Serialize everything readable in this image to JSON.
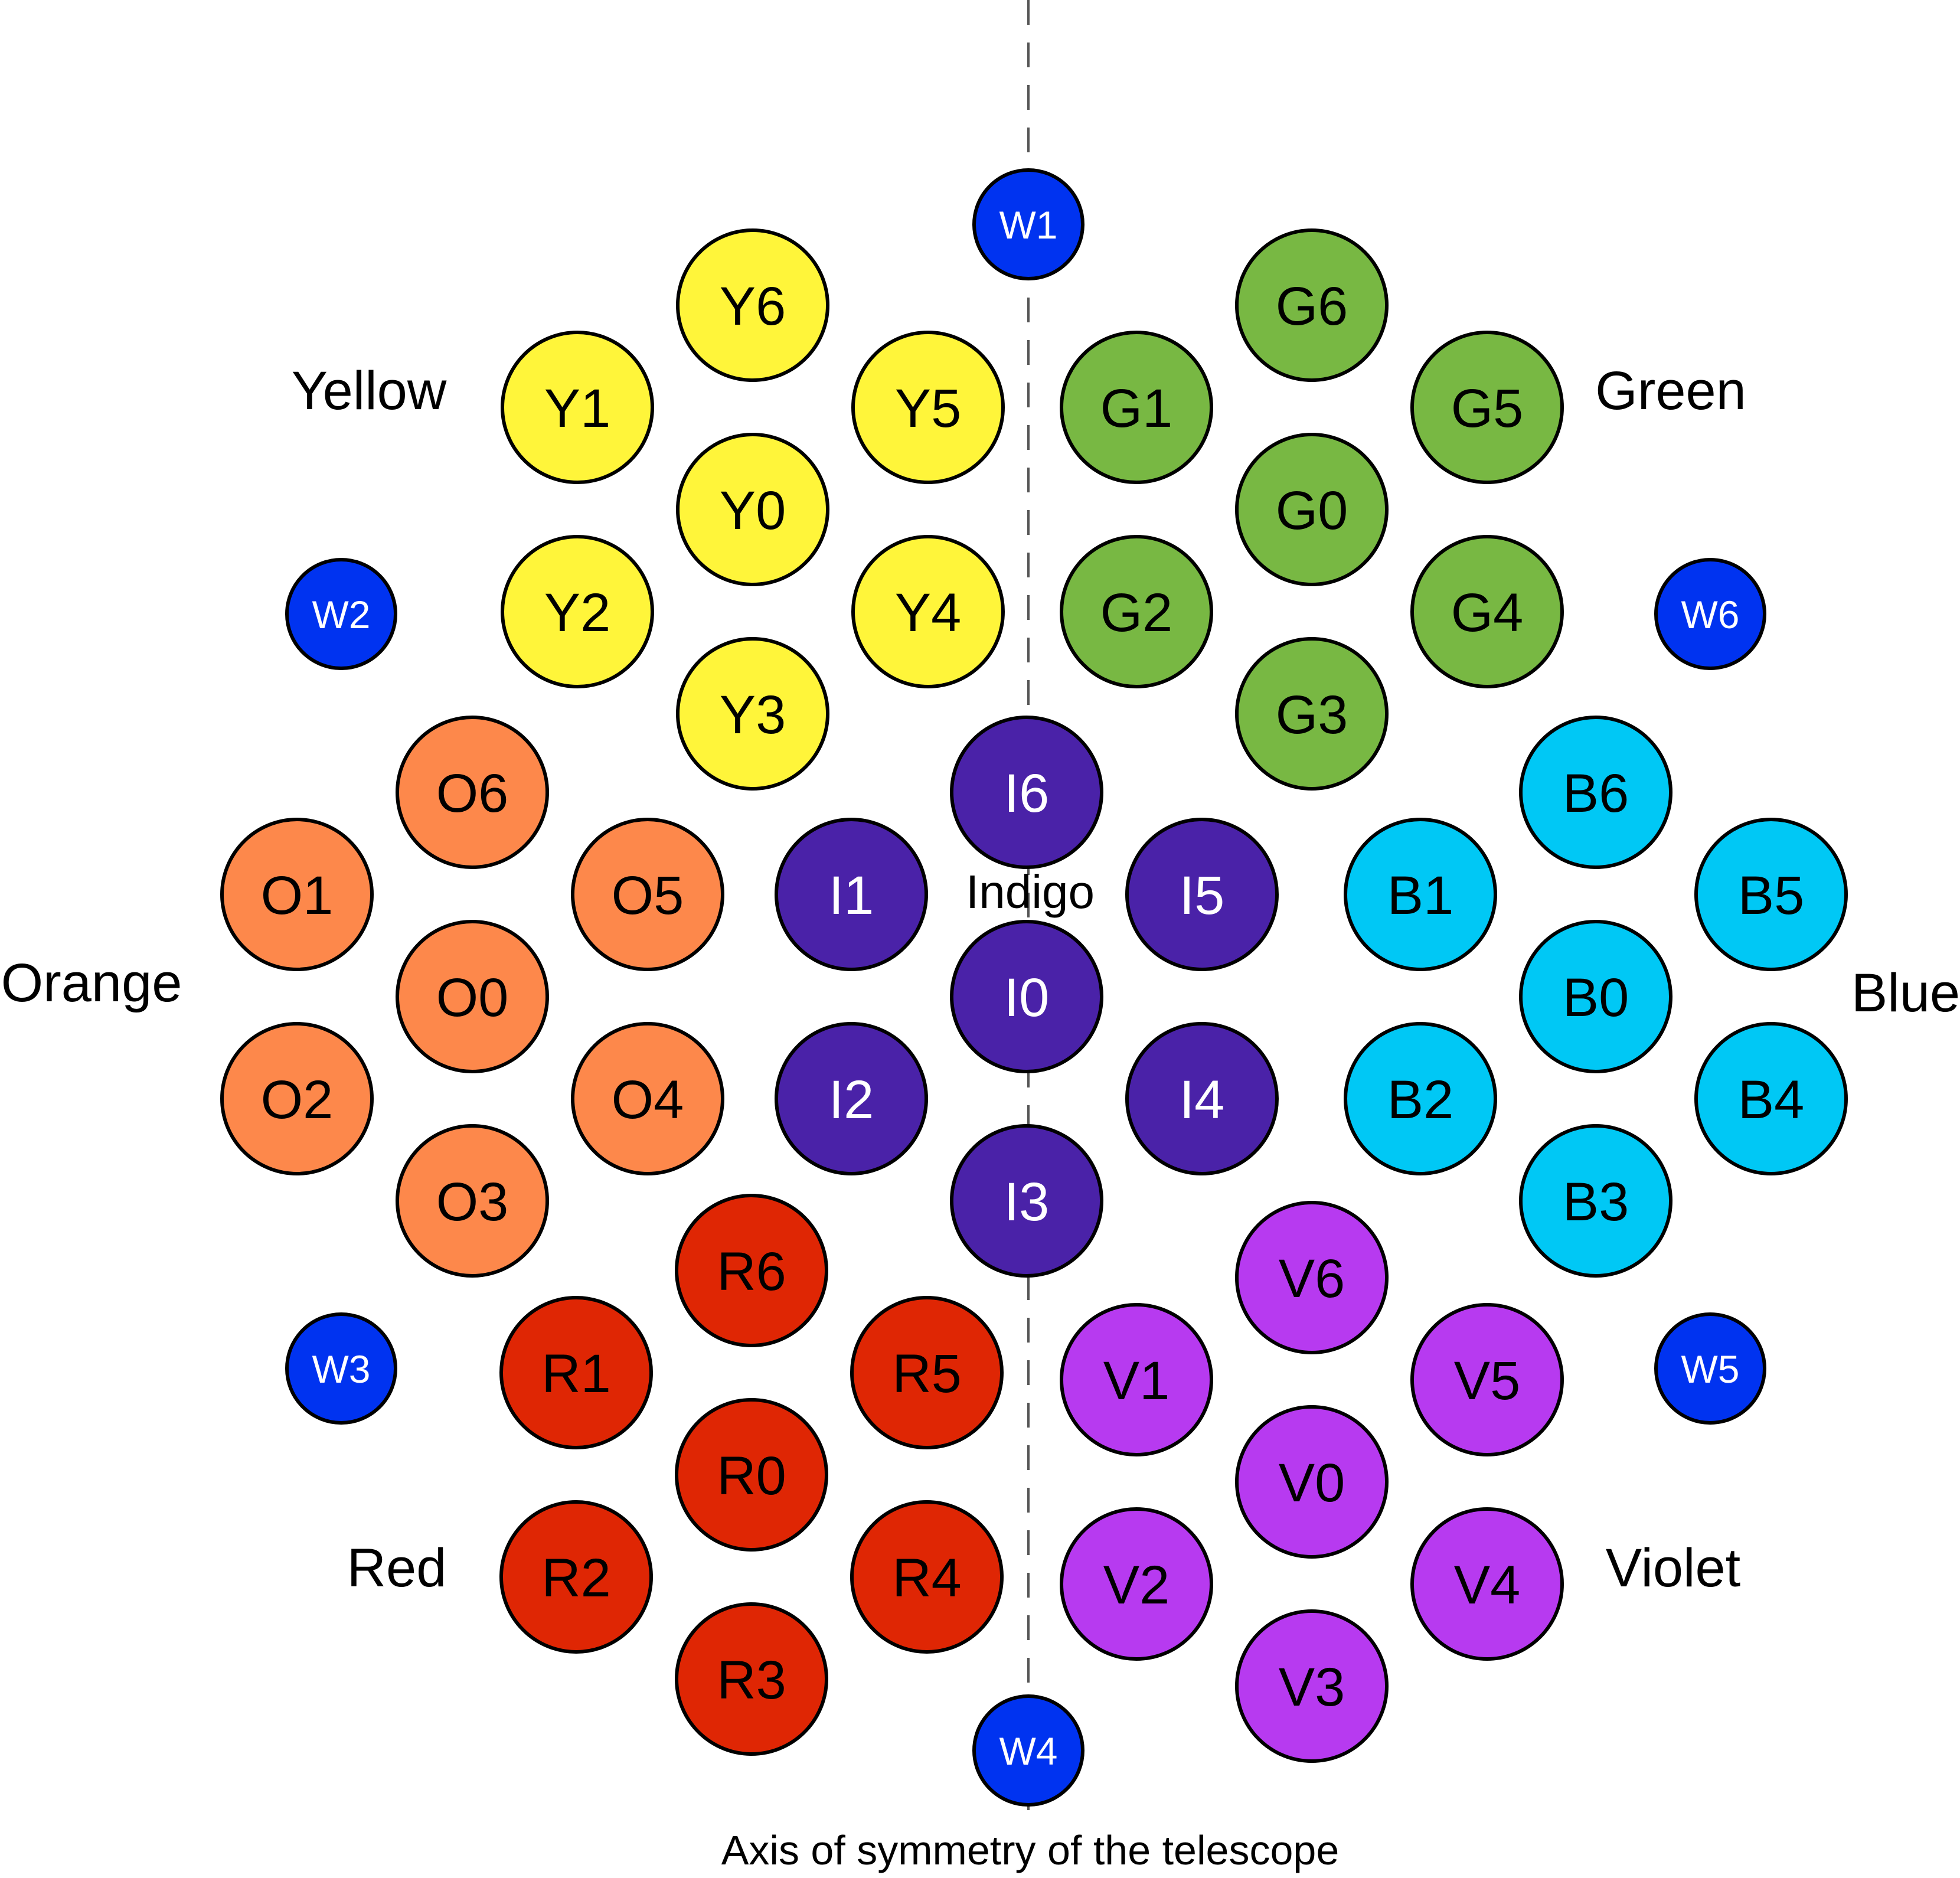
{
  "colors": {
    "yellow": "#fff53a",
    "green": "#78b843",
    "orange": "#fd884b",
    "indigo": "#4a22a8",
    "blue": "#00c8f5",
    "red": "#df2604",
    "violet": "#b73af0",
    "white_fiber": "#0033f0",
    "stroke": "#000000",
    "axis": "#555555"
  },
  "axis": {
    "label": "Axis of symmetry of the telescope",
    "style": "dashed vertical line"
  },
  "groups": [
    {
      "id": "yellow",
      "label": "Yellow",
      "fibers": [
        "Y6",
        "Y1",
        "Y5",
        "Y0",
        "Y2",
        "Y4",
        "Y3"
      ]
    },
    {
      "id": "green",
      "label": "Green",
      "fibers": [
        "G6",
        "G1",
        "G5",
        "G0",
        "G2",
        "G4",
        "G3"
      ]
    },
    {
      "id": "orange",
      "label": "Orange",
      "fibers": [
        "O6",
        "O1",
        "O5",
        "O0",
        "O2",
        "O4",
        "O3"
      ]
    },
    {
      "id": "indigo",
      "label": "Indigo",
      "fibers": [
        "I6",
        "I1",
        "I5",
        "I0",
        "I2",
        "I4",
        "I3"
      ]
    },
    {
      "id": "blue",
      "label": "Blue",
      "fibers": [
        "B6",
        "B1",
        "B5",
        "B0",
        "B2",
        "B4",
        "B3"
      ]
    },
    {
      "id": "red",
      "label": "Red",
      "fibers": [
        "R6",
        "R1",
        "R5",
        "R0",
        "R2",
        "R4",
        "R3"
      ]
    },
    {
      "id": "violet",
      "label": "Violet",
      "fibers": [
        "V6",
        "V1",
        "V5",
        "V0",
        "V2",
        "V4",
        "V3"
      ]
    }
  ],
  "white_fibers": [
    "W1",
    "W2",
    "W3",
    "W4",
    "W5",
    "W6"
  ]
}
